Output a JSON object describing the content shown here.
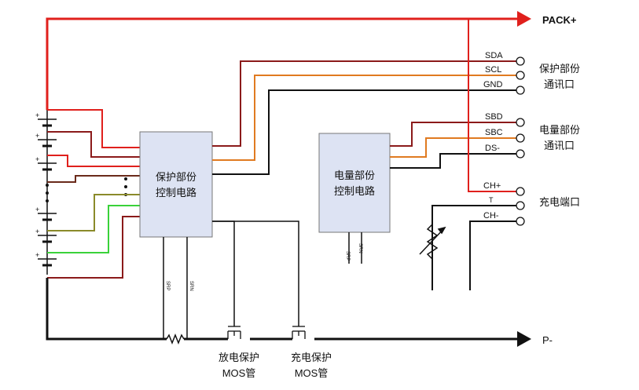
{
  "labels": {
    "pack_plus": "PACK+",
    "p_minus": "P-",
    "sda": "SDA",
    "scl": "SCL",
    "gnd": "GND",
    "sbd": "SBD",
    "sbc": "SBC",
    "ds_minus": "DS-",
    "ch_plus": "CH+",
    "ch_minus": "CH-",
    "protect_port_line1": "保护部份",
    "protect_port_line2": "通讯口",
    "gauge_port_line1": "电量部份",
    "gauge_port_line2": "通讯口",
    "charge_port": "充电端口",
    "protect_block_line1": "保护部份",
    "protect_block_line2": "控制电路",
    "gauge_block_line1": "电量部份",
    "gauge_block_line2": "控制电路",
    "srp_left": "SRP",
    "srn_left": "SRN",
    "srp_right": "SRP",
    "srn_right": "SRN",
    "discharge_mos_line1": "放电保护",
    "discharge_mos_line2": "MOS管",
    "charge_mos_line1": "充电保护",
    "charge_mos_line2": "MOS管",
    "cell_plus": "+"
  },
  "colors": {
    "red": "#e0201c",
    "dark_red": "#8b1a1a",
    "brown": "#6a2a1a",
    "orange": "#e07a20",
    "olive": "#8a8a2a",
    "green": "#3ad23a",
    "black": "#111111",
    "block_fill": "#dde3f3"
  }
}
